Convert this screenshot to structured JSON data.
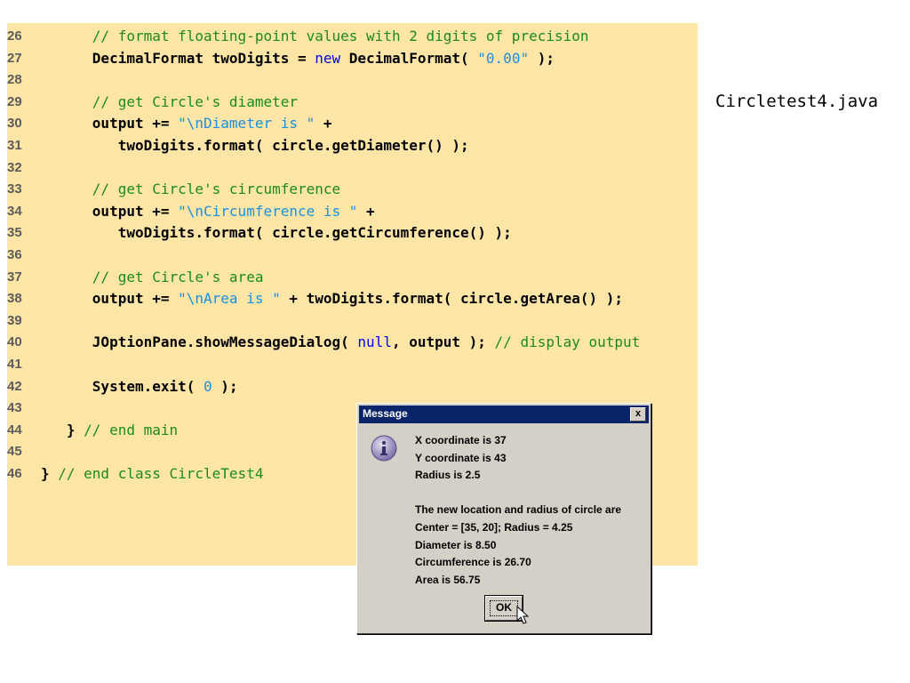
{
  "code": {
    "lines": [
      {
        "n": "26",
        "parts": [
          {
            "t": "      ",
            "c": ""
          },
          {
            "t": "// format floating-point values with 2 digits of precision",
            "c": "c"
          }
        ]
      },
      {
        "n": "27",
        "parts": [
          {
            "t": "      DecimalFormat twoDigits = ",
            "c": ""
          },
          {
            "t": "new",
            "c": "k"
          },
          {
            "t": " DecimalFormat( ",
            "c": ""
          },
          {
            "t": "\"0.00\"",
            "c": "s"
          },
          {
            "t": " );",
            "c": ""
          }
        ]
      },
      {
        "n": "28",
        "parts": []
      },
      {
        "n": "29",
        "parts": [
          {
            "t": "      ",
            "c": ""
          },
          {
            "t": "// get Circle's diameter",
            "c": "c"
          }
        ]
      },
      {
        "n": "30",
        "parts": [
          {
            "t": "      output += ",
            "c": ""
          },
          {
            "t": "\"\\nDiameter is \"",
            "c": "s"
          },
          {
            "t": " +",
            "c": ""
          }
        ]
      },
      {
        "n": "31",
        "parts": [
          {
            "t": "         twoDigits.format( circle.getDiameter() );",
            "c": ""
          }
        ]
      },
      {
        "n": "32",
        "parts": []
      },
      {
        "n": "33",
        "parts": [
          {
            "t": "      ",
            "c": ""
          },
          {
            "t": "// get Circle's circumference",
            "c": "c"
          }
        ]
      },
      {
        "n": "34",
        "parts": [
          {
            "t": "      output += ",
            "c": ""
          },
          {
            "t": "\"\\nCircumference is \"",
            "c": "s"
          },
          {
            "t": " +",
            "c": ""
          }
        ]
      },
      {
        "n": "35",
        "parts": [
          {
            "t": "         twoDigits.format( circle.getCircumference() );",
            "c": ""
          }
        ]
      },
      {
        "n": "36",
        "parts": []
      },
      {
        "n": "37",
        "parts": [
          {
            "t": "      ",
            "c": ""
          },
          {
            "t": "// get Circle's area",
            "c": "c"
          }
        ]
      },
      {
        "n": "38",
        "parts": [
          {
            "t": "      output += ",
            "c": ""
          },
          {
            "t": "\"\\nArea is \"",
            "c": "s"
          },
          {
            "t": " + twoDigits.format( circle.getArea() );",
            "c": ""
          }
        ]
      },
      {
        "n": "39",
        "parts": []
      },
      {
        "n": "40",
        "parts": [
          {
            "t": "      JOptionPane.showMessageDialog( ",
            "c": ""
          },
          {
            "t": "null",
            "c": "k"
          },
          {
            "t": ", output ); ",
            "c": ""
          },
          {
            "t": "// display output",
            "c": "c"
          }
        ]
      },
      {
        "n": "41",
        "parts": []
      },
      {
        "n": "42",
        "parts": [
          {
            "t": "      System.exit( ",
            "c": ""
          },
          {
            "t": "0",
            "c": "s"
          },
          {
            "t": " );",
            "c": ""
          }
        ]
      },
      {
        "n": "43",
        "parts": []
      },
      {
        "n": "44",
        "parts": [
          {
            "t": "   } ",
            "c": ""
          },
          {
            "t": "// end main",
            "c": "c"
          }
        ]
      },
      {
        "n": "45",
        "parts": []
      },
      {
        "n": "46",
        "parts": [
          {
            "t": "} ",
            "c": ""
          },
          {
            "t": "// end class CircleTest4",
            "c": "c"
          }
        ]
      }
    ]
  },
  "filename": "Circletest4.java",
  "dialog": {
    "title": "Message",
    "close_label": "x",
    "icon": "info-icon",
    "lines": [
      "X coordinate is 37",
      "Y coordinate is 43",
      "Radius is 2.5",
      "",
      "The new location and radius of circle are",
      "Center = [35, 20]; Radius = 4.25",
      "Diameter is 8.50",
      "Circumference is 26.70",
      "Area is 56.75"
    ],
    "ok_label": "OK"
  },
  "colors": {
    "panel_bg": "#ffe6a6",
    "comment": "#1a8a1a",
    "string": "#1a8fe0",
    "keyword": "#0000ee",
    "titlebar": "#0a246a",
    "dialog_bg": "#d4d0c8"
  }
}
